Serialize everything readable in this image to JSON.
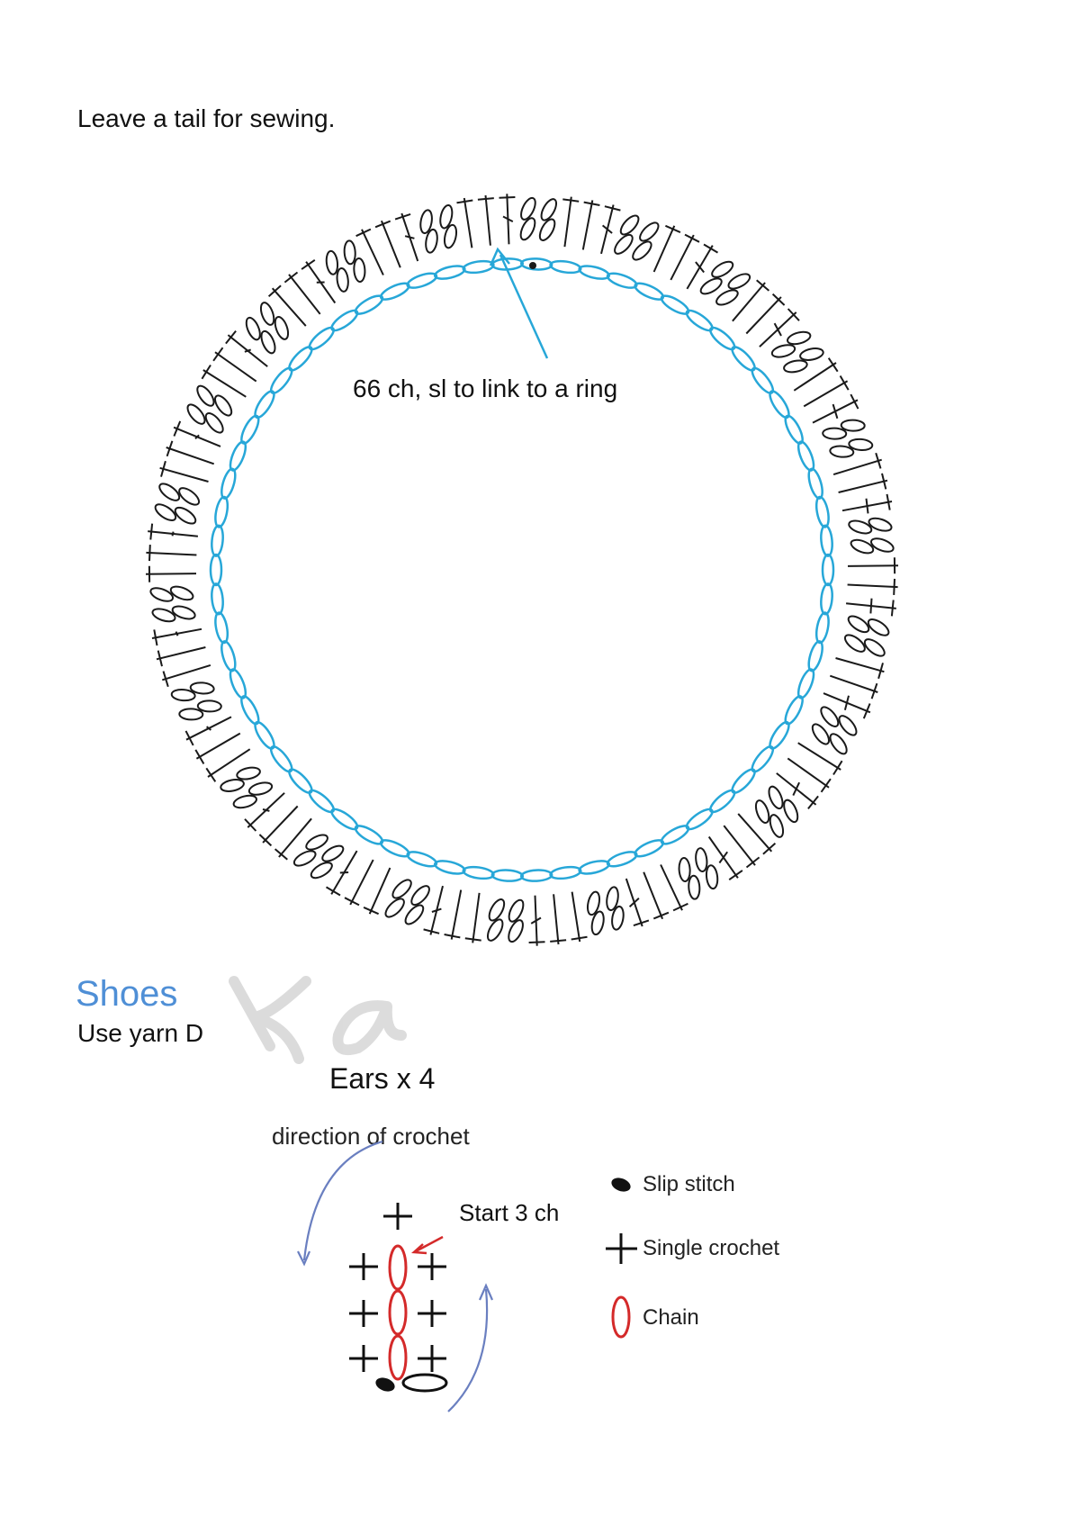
{
  "intro_text": "Leave a tail for sewing.",
  "ring_diagram": {
    "annotation": "66 ch, sl to link to a ring",
    "chain_count": 66,
    "ring_color": "#27a7d8",
    "stitch_color": "#1a1a1a"
  },
  "section": {
    "title": "Shoes",
    "subtitle": "Use yarn D",
    "title_color": "#4f8fd6"
  },
  "watermark_text": "Ka",
  "ears_diagram": {
    "title": "Ears x 4",
    "direction_label": "direction of crochet",
    "start_label": "Start 3 ch",
    "chain_color": "#d42a2a",
    "arrow_color": "#6a7fc0"
  },
  "legend": {
    "items": [
      {
        "label": "Slip stitch",
        "icon": "slip-stitch-icon"
      },
      {
        "label": "Single crochet",
        "icon": "single-crochet-icon"
      },
      {
        "label": "Chain",
        "icon": "chain-icon"
      }
    ]
  }
}
